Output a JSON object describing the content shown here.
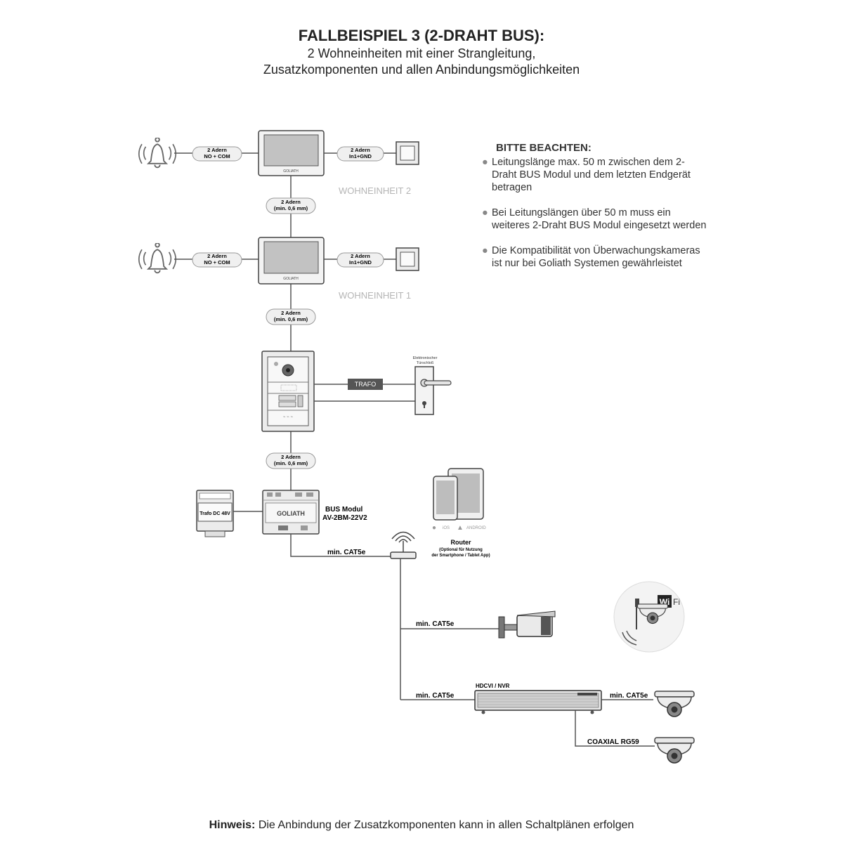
{
  "header": {
    "title": "FALLBEISPIEL 3 (2-DRAHT BUS):",
    "subtitle_line1": "2 Wohneinheiten mit einer Strangleitung,",
    "subtitle_line2": "Zusatzkomponenten und allen Anbindungsmöglichkeiten"
  },
  "notes": {
    "heading": "BITTE BEACHTEN:",
    "items": [
      "Leitungslänge max. 50 m zwischen dem 2-Draht BUS Modul und dem letzten Endgerät betragen",
      "Bei Leitungslängen über 50 m muss ein weiteres 2-Draht BUS Modul eingesetzt werden",
      "Die Kompatibilität von Überwachungskameras ist nur bei Goliath Systemen gewährleistet"
    ]
  },
  "units": {
    "unit2_label": "WOHNEINHEIT 2",
    "unit1_label": "WOHNEINHEIT 1",
    "monitor_logo": "GOLIATH"
  },
  "connectors": {
    "bell_line1": "2 Adern",
    "bell_line2": "NO + COM",
    "switch_line1": "2 Adern",
    "switch_line2": "In1+GND",
    "bus_line1": "2 Adern",
    "bus_line2": "(min. 0,6 mm)"
  },
  "door_station": {
    "lock_label_line1": "Elektronischer",
    "lock_label_line2": "Türschloß",
    "trafo_label": "TRAFO"
  },
  "bus_module": {
    "name_line1": "BUS Modul",
    "name_line2": "AV-2BM-22V2",
    "logo": "GOLIATH",
    "psu_label": "Trafo DC 48V"
  },
  "network": {
    "cable_label": "min. CAT5e",
    "router_line1": "Router",
    "router_line2": "(Optional für Nutzung",
    "router_line3": "der Smartphone / Tablet App)",
    "ios_label": "iOS",
    "android_label": "ANDROID",
    "nvr_label": "HDCVI / NVR",
    "coax_label": "COAXIAL RG59",
    "wifi_badge_left": "Wi",
    "wifi_badge_right": "Fi"
  },
  "footer": {
    "bold": "Hinweis:",
    "text": " Die Anbindung der Zusatzkomponenten kann in allen Schaltplänen erfolgen"
  },
  "colors": {
    "line": "#555555",
    "device_fill": "#e6e6e6",
    "device_stroke": "#444444",
    "screen": "#bdbdbd",
    "label_gray": "#b5b5b5",
    "pill_fill": "#f0f0f0"
  }
}
